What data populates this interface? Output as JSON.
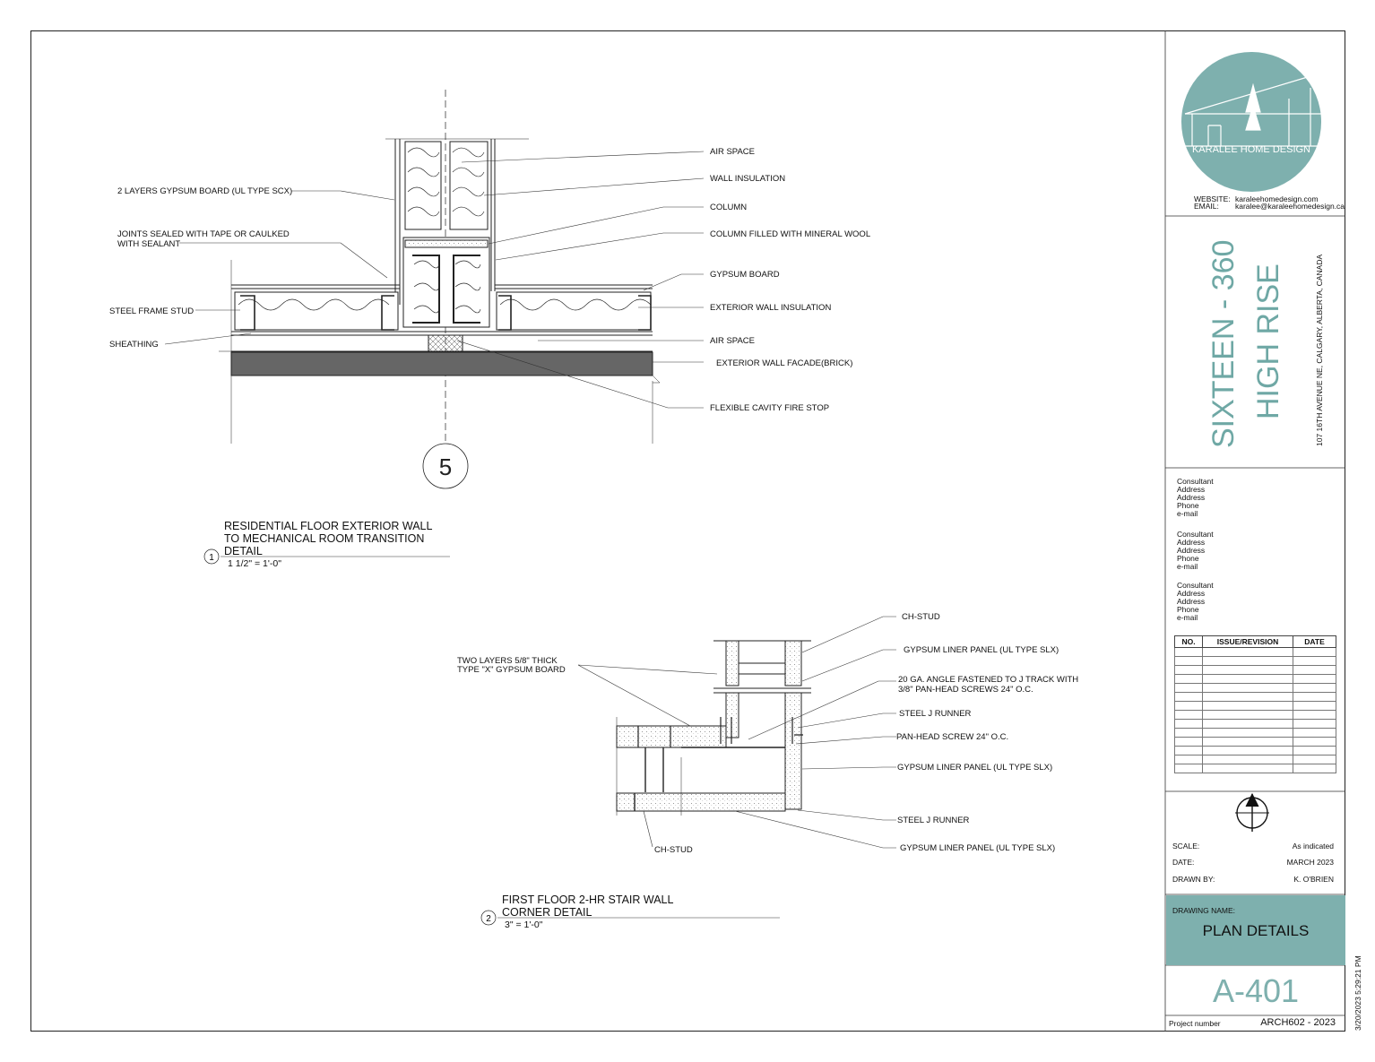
{
  "detail1": {
    "callout_number": "5",
    "ref_number": "1",
    "title_lines": [
      "RESIDENTIAL FLOOR EXTERIOR WALL",
      "TO MECHANICAL ROOM TRANSITION",
      "DETAIL"
    ],
    "scale": "1 1/2\" = 1'-0\"",
    "labels": {
      "air_space_top": "AIR SPACE",
      "wall_insulation": "WALL INSULATION",
      "column": "COLUMN",
      "column_filled": "COLUMN FILLED WITH MINERAL WOOL",
      "gypsum_board": "GYPSUM BOARD",
      "exterior_wall_insulation": "EXTERIOR WALL INSULATION",
      "air_space_bottom": "AIR SPACE",
      "exterior_facade": "EXTERIOR WALL FACADE(BRICK)",
      "fire_stop": "FLEXIBLE CAVITY FIRE STOP",
      "two_layers": "2 LAYERS GYPSUM BOARD (UL TYPE SCX)",
      "joints_1": "JOINTS SEALED WITH TAPE OR CAULKED",
      "joints_2": "WITH SEALANT",
      "steel_frame_stud": "STEEL FRAME STUD",
      "sheathing": "SHEATHING"
    }
  },
  "detail2": {
    "ref_number": "2",
    "title_lines": [
      "FIRST FLOOR 2-HR STAIR WALL",
      "CORNER DETAIL"
    ],
    "scale": "3\" = 1'-0\"",
    "labels": {
      "ch_stud_top": "CH-STUD",
      "gypsum_liner_1": "GYPSUM LINER PANEL (UL TYPE SLX)",
      "two_layers_1": "TWO LAYERS 5/8\" THICK",
      "two_layers_2": "TYPE \"X\" GYPSUM BOARD",
      "angle_1": "20 GA. ANGLE FASTENED TO J TRACK WITH",
      "angle_2": "3/8\" PAN-HEAD SCREWS 24\" O.C.",
      "steel_j_runner_1": "STEEL J RUNNER",
      "pan_head": "PAN-HEAD SCREW 24\" O.C.",
      "gypsum_liner_2": "GYPSUM LINER PANEL (UL TYPE SLX)",
      "steel_j_runner_2": "STEEL J RUNNER",
      "gypsum_liner_3": "GYPSUM LINER PANEL (UL TYPE SLX)",
      "ch_stud_bottom": "CH-STUD"
    }
  },
  "title_block": {
    "logo_text": "KARALEE HOME DESIGN",
    "website_label": "WEBSITE:",
    "website": "karaleehomedesign.com",
    "email_label": "EMAIL:",
    "email": "karalee@karaleehomedesign.ca",
    "project_line1": "SIXTEEN - 360",
    "project_line2": "HIGH RISE",
    "address": "107 16TH AVENUE NE, CALGARY, ALBERTA, CANADA",
    "consultants": [
      [
        "Consultant",
        "Address",
        "Address",
        "Phone",
        "e-mail"
      ],
      [
        "Consultant",
        "Address",
        "Address",
        "Phone",
        "e-mail"
      ],
      [
        "Consultant",
        "Address",
        "Address",
        "Phone",
        "e-mail"
      ]
    ],
    "revision_headers": [
      "NO.",
      "ISSUE/REVISION",
      "DATE"
    ],
    "scale_label": "SCALE:",
    "scale_value": "As indicated",
    "date_label": "DATE:",
    "date_value": "MARCH 2023",
    "drawn_label": "DRAWN BY:",
    "drawn_value": "K. O'BRIEN",
    "drawing_name_label": "DRAWING NAME:",
    "drawing_name": "PLAN DETAILS",
    "sheet_number": "A-401",
    "project_number_label": "Project number",
    "project_number": "ARCH602 - 2023",
    "timestamp": "3/20/2023 5:29:21 PM",
    "accent_color": "#7eb0ae"
  }
}
